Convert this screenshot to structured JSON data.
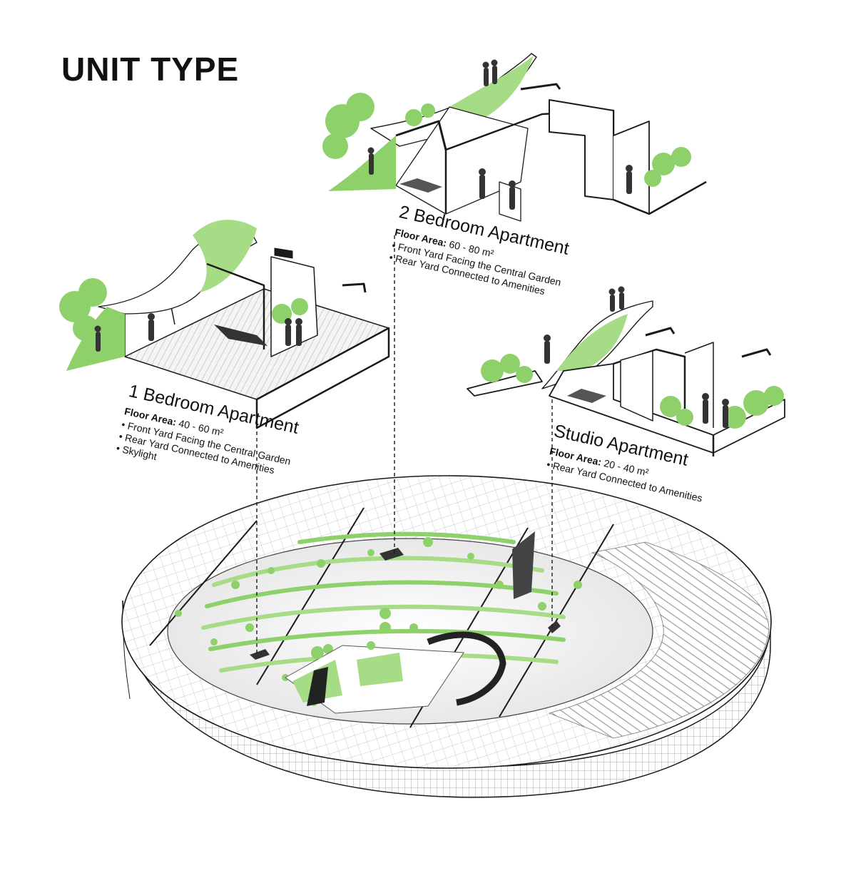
{
  "title": "UNIT TYPE",
  "units": [
    {
      "key": "1br",
      "name": "1 Bedroom Apartment",
      "floor_area_label": "Floor Area:",
      "floor_area_value": "40 - 60 m²",
      "features": [
        "Front Yard Facing the Central Garden",
        "Rear Yard Connected to Amenities",
        "Skylight"
      ]
    },
    {
      "key": "2br",
      "name": "2 Bedroom Apartment",
      "floor_area_label": "Floor Area:",
      "floor_area_value": "60 - 80 m²",
      "features": [
        "Front Yard Facing the Central Garden",
        "Rear Yard Connected to Amenities"
      ]
    },
    {
      "key": "studio",
      "name": "Studio Apartment",
      "floor_area_label": "Floor Area:",
      "floor_area_value": "20 - 40 m²",
      "features": [
        "Rear Yard Connected to Amenities"
      ]
    }
  ],
  "colors": {
    "greenery": "#8ed16b",
    "greenery_dark": "#5fb648",
    "linework": "#1a1a1a",
    "facade": "#d9d9d9",
    "text": "#111111"
  }
}
